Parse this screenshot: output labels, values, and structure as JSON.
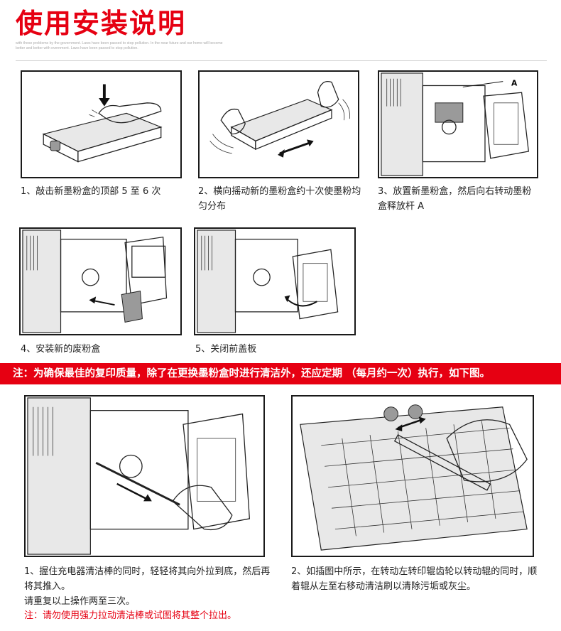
{
  "header": {
    "title": "使用安装说明",
    "subtitle": "with these problems by the government. Laws have been passed to stop pollution. In the near future and our home will become better and better with overnment. Laws have been passed to stop pollution."
  },
  "steps": [
    {
      "label": "1、敲击新墨粉盒的顶部 5 至 6 次"
    },
    {
      "label": "2、横向摇动新的墨粉盒约十次使墨粉均匀分布"
    },
    {
      "label": "3、放置新墨粉盒，然后向右转动墨粉盒释放杆 A"
    },
    {
      "label": "4、安装新的废粉盒"
    },
    {
      "label": "5、关闭前盖板"
    }
  ],
  "callout_letter": "A",
  "note_bar": "注：为确保最佳的复印质量，除了在更换墨粉盒时进行清洁外，还应定期 （每月约一次）执行，如下图。",
  "cleaning": [
    {
      "label": "1、握住充电器清洁棒的同时，轻轻将其向外拉到底，然后再将其推入。"
    },
    {
      "label": "2、如插图中所示，在转动左转印辊齿轮以转动辊的同时，顺着辊从左至右移动清洁刷以清除污垢或灰尘。"
    }
  ],
  "repeat_note": "请重复以上操作两至三次。",
  "warning": "注：请勿使用强力拉动清洁棒或试图将其整个拉出。",
  "colors": {
    "accent": "#e60012",
    "frame": "#1a1a1a"
  }
}
